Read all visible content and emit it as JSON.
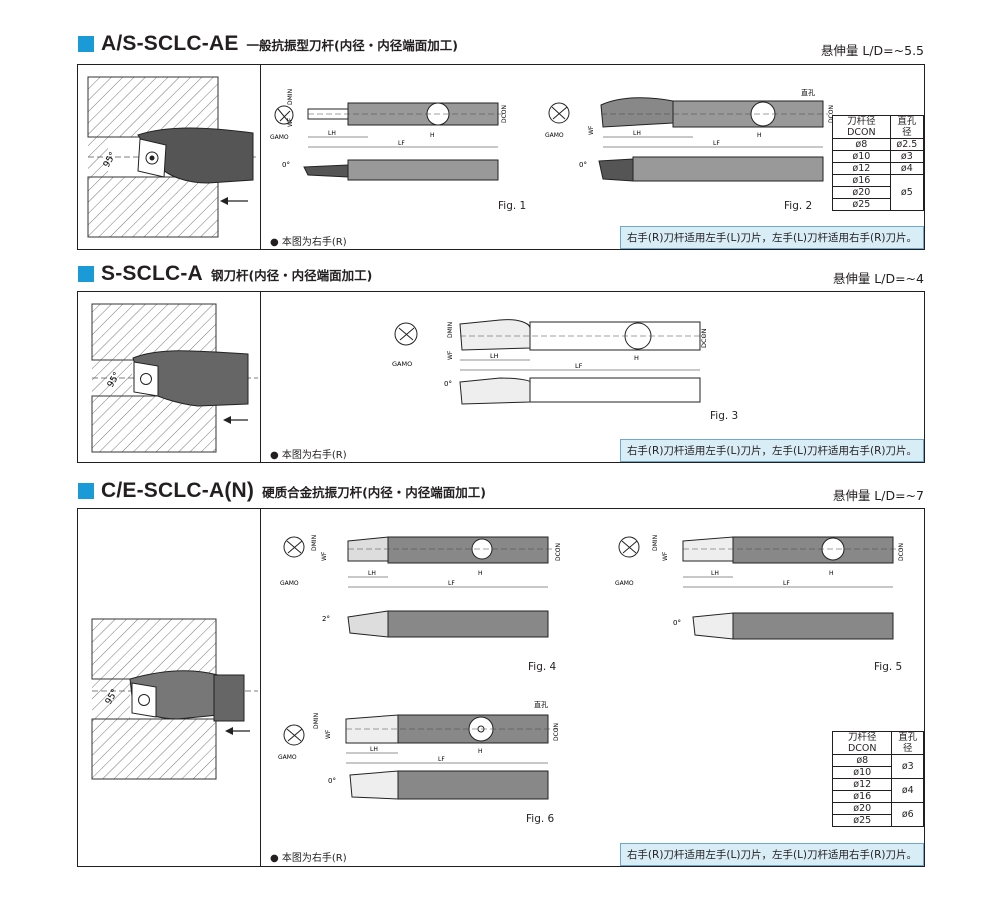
{
  "sections": [
    {
      "code": "A/S-SCLC-AE",
      "desc": "一般抗振型刀杆(内径・内径端面加工)",
      "overhang": "悬伸量 L/D=~5.5",
      "note_left": "● 本图为右手(R)",
      "note_right": "右手(R)刀杆适用左手(L)刀片，左手(L)刀杆适用右手(R)刀片。",
      "figs": [
        "Fig. 1",
        "Fig. 2"
      ],
      "table": {
        "headers": [
          "刀杆径 DCON",
          "直孔径"
        ],
        "rows": [
          [
            "ø8",
            "ø2.5"
          ],
          [
            "ø10",
            "ø3"
          ],
          [
            "ø12",
            "ø4"
          ],
          [
            "ø16",
            ""
          ],
          [
            "ø20",
            "ø5"
          ],
          [
            "ø25",
            ""
          ]
        ]
      }
    },
    {
      "code": "S-SCLC-A",
      "desc": "钢刀杆(内径・内径端面加工)",
      "overhang": "悬伸量 L/D=~4",
      "note_left": "● 本图为右手(R)",
      "note_right": "右手(R)刀杆适用左手(L)刀片，左手(L)刀杆适用右手(R)刀片。",
      "figs": [
        "Fig. 3"
      ]
    },
    {
      "code": "C/E-SCLC-A(N)",
      "desc": "硬质合金抗振刀杆(内径・内径端面加工)",
      "overhang": "悬伸量 L/D=~7",
      "note_left": "● 本图为右手(R)",
      "note_right": "右手(R)刀杆适用左手(L)刀片，左手(L)刀杆适用右手(R)刀片。",
      "figs": [
        "Fig. 4",
        "Fig. 5",
        "Fig. 6"
      ],
      "table": {
        "headers": [
          "刀杆径 DCON",
          "直孔径"
        ],
        "rows": [
          [
            "ø8",
            "ø3"
          ],
          [
            "ø10",
            ""
          ],
          [
            "ø12",
            "ø4"
          ],
          [
            "ø16",
            ""
          ],
          [
            "ø20",
            "ø6"
          ],
          [
            "ø25",
            ""
          ]
        ]
      }
    }
  ],
  "labels": {
    "dmin": "DMIN",
    "wf": "WF",
    "lh": "LH",
    "lf": "LF",
    "h": "H",
    "dcon": "DCON",
    "gamo": "GAMO",
    "hole": "直孔",
    "zero_deg": "0°",
    "two_deg": "2°",
    "angle95": "95°"
  }
}
